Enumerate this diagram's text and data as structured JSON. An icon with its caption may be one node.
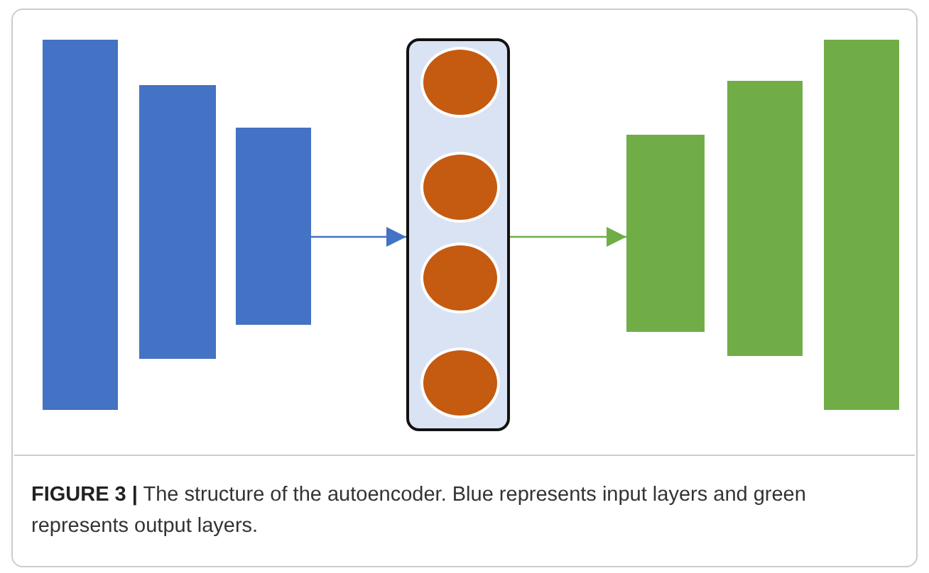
{
  "diagram": {
    "caption": "**FIGURE 3 |** The structure of the autoencoder. Blue represents input layers and green represents output layers.",
    "nodes": [
      {
        "text": [],
        "shape": "bar"
      },
      {
        "text": [],
        "shape": "bar"
      },
      {
        "text": [],
        "shape": "bar"
      },
      {
        "text": [],
        "shape": "box"
      },
      {
        "text": [],
        "shape": "circle",
        "in": 3
      },
      {
        "text": [],
        "shape": "circle",
        "in": 3
      },
      {
        "text": [],
        "shape": "circle",
        "in": 3
      },
      {
        "text": [],
        "shape": "circle",
        "in": 3
      },
      {
        "text": [],
        "shape": "bar"
      },
      {
        "text": [],
        "shape": "bar"
      },
      {
        "text": [],
        "shape": "bar"
      }
    ],
    "edges": [
      {
        "from": 2,
        "to": 3,
        "arrow": "to",
        "color": "#4472c4"
      },
      {
        "from": 3,
        "to": 8,
        "arrow": "to",
        "color": "#70ad47"
      }
    ]
  }
}
